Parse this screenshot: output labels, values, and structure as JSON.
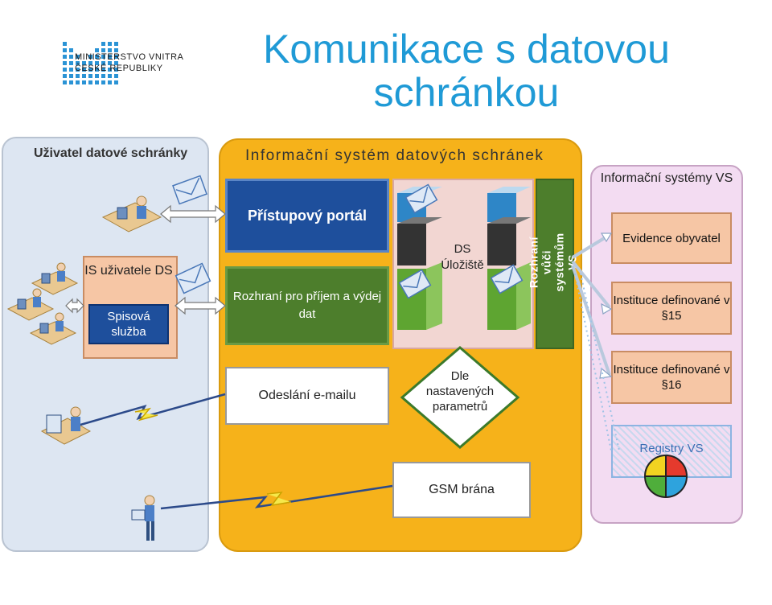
{
  "header": {
    "ministry_line1": "MINISTERSTVO VNITRA",
    "ministry_line2": "ČESKÉ REPUBLIKY",
    "title_line1": "Komunikace s datovou",
    "title_line2": "schránkou"
  },
  "left_panel": {
    "title": "Uživatel datové schránky",
    "is_box_label": "IS uživatele DS",
    "spis_label": "Spisová služba"
  },
  "middle_panel": {
    "title": "Informační systém datových schránek",
    "portal_label": "Přístupový portál",
    "rozhrani_label": "Rozhraní pro příjem a výdej dat",
    "uloziste_label": "DS Úložiště",
    "vs_interface_label": "Rozhraní vůči systémům VS",
    "email_label": "Odeslání e-mailu",
    "diamond_label": "Dle nastavených parametrů",
    "gsm_label": "GSM brána"
  },
  "right_panel": {
    "title": "Informační systémy VS",
    "items": [
      "Evidence obyvatel",
      "Instituce definované v §15",
      "Instituce definované v §16"
    ],
    "registry_label": "Registry VS"
  },
  "colors": {
    "title_blue": "#1f9ad6",
    "mid_panel": "#f6b21a",
    "portal_blue": "#1e4f9c",
    "green": "#4d7e2c",
    "salmon": "#f6c6a5",
    "pink_panel": "#f3dcf2"
  }
}
